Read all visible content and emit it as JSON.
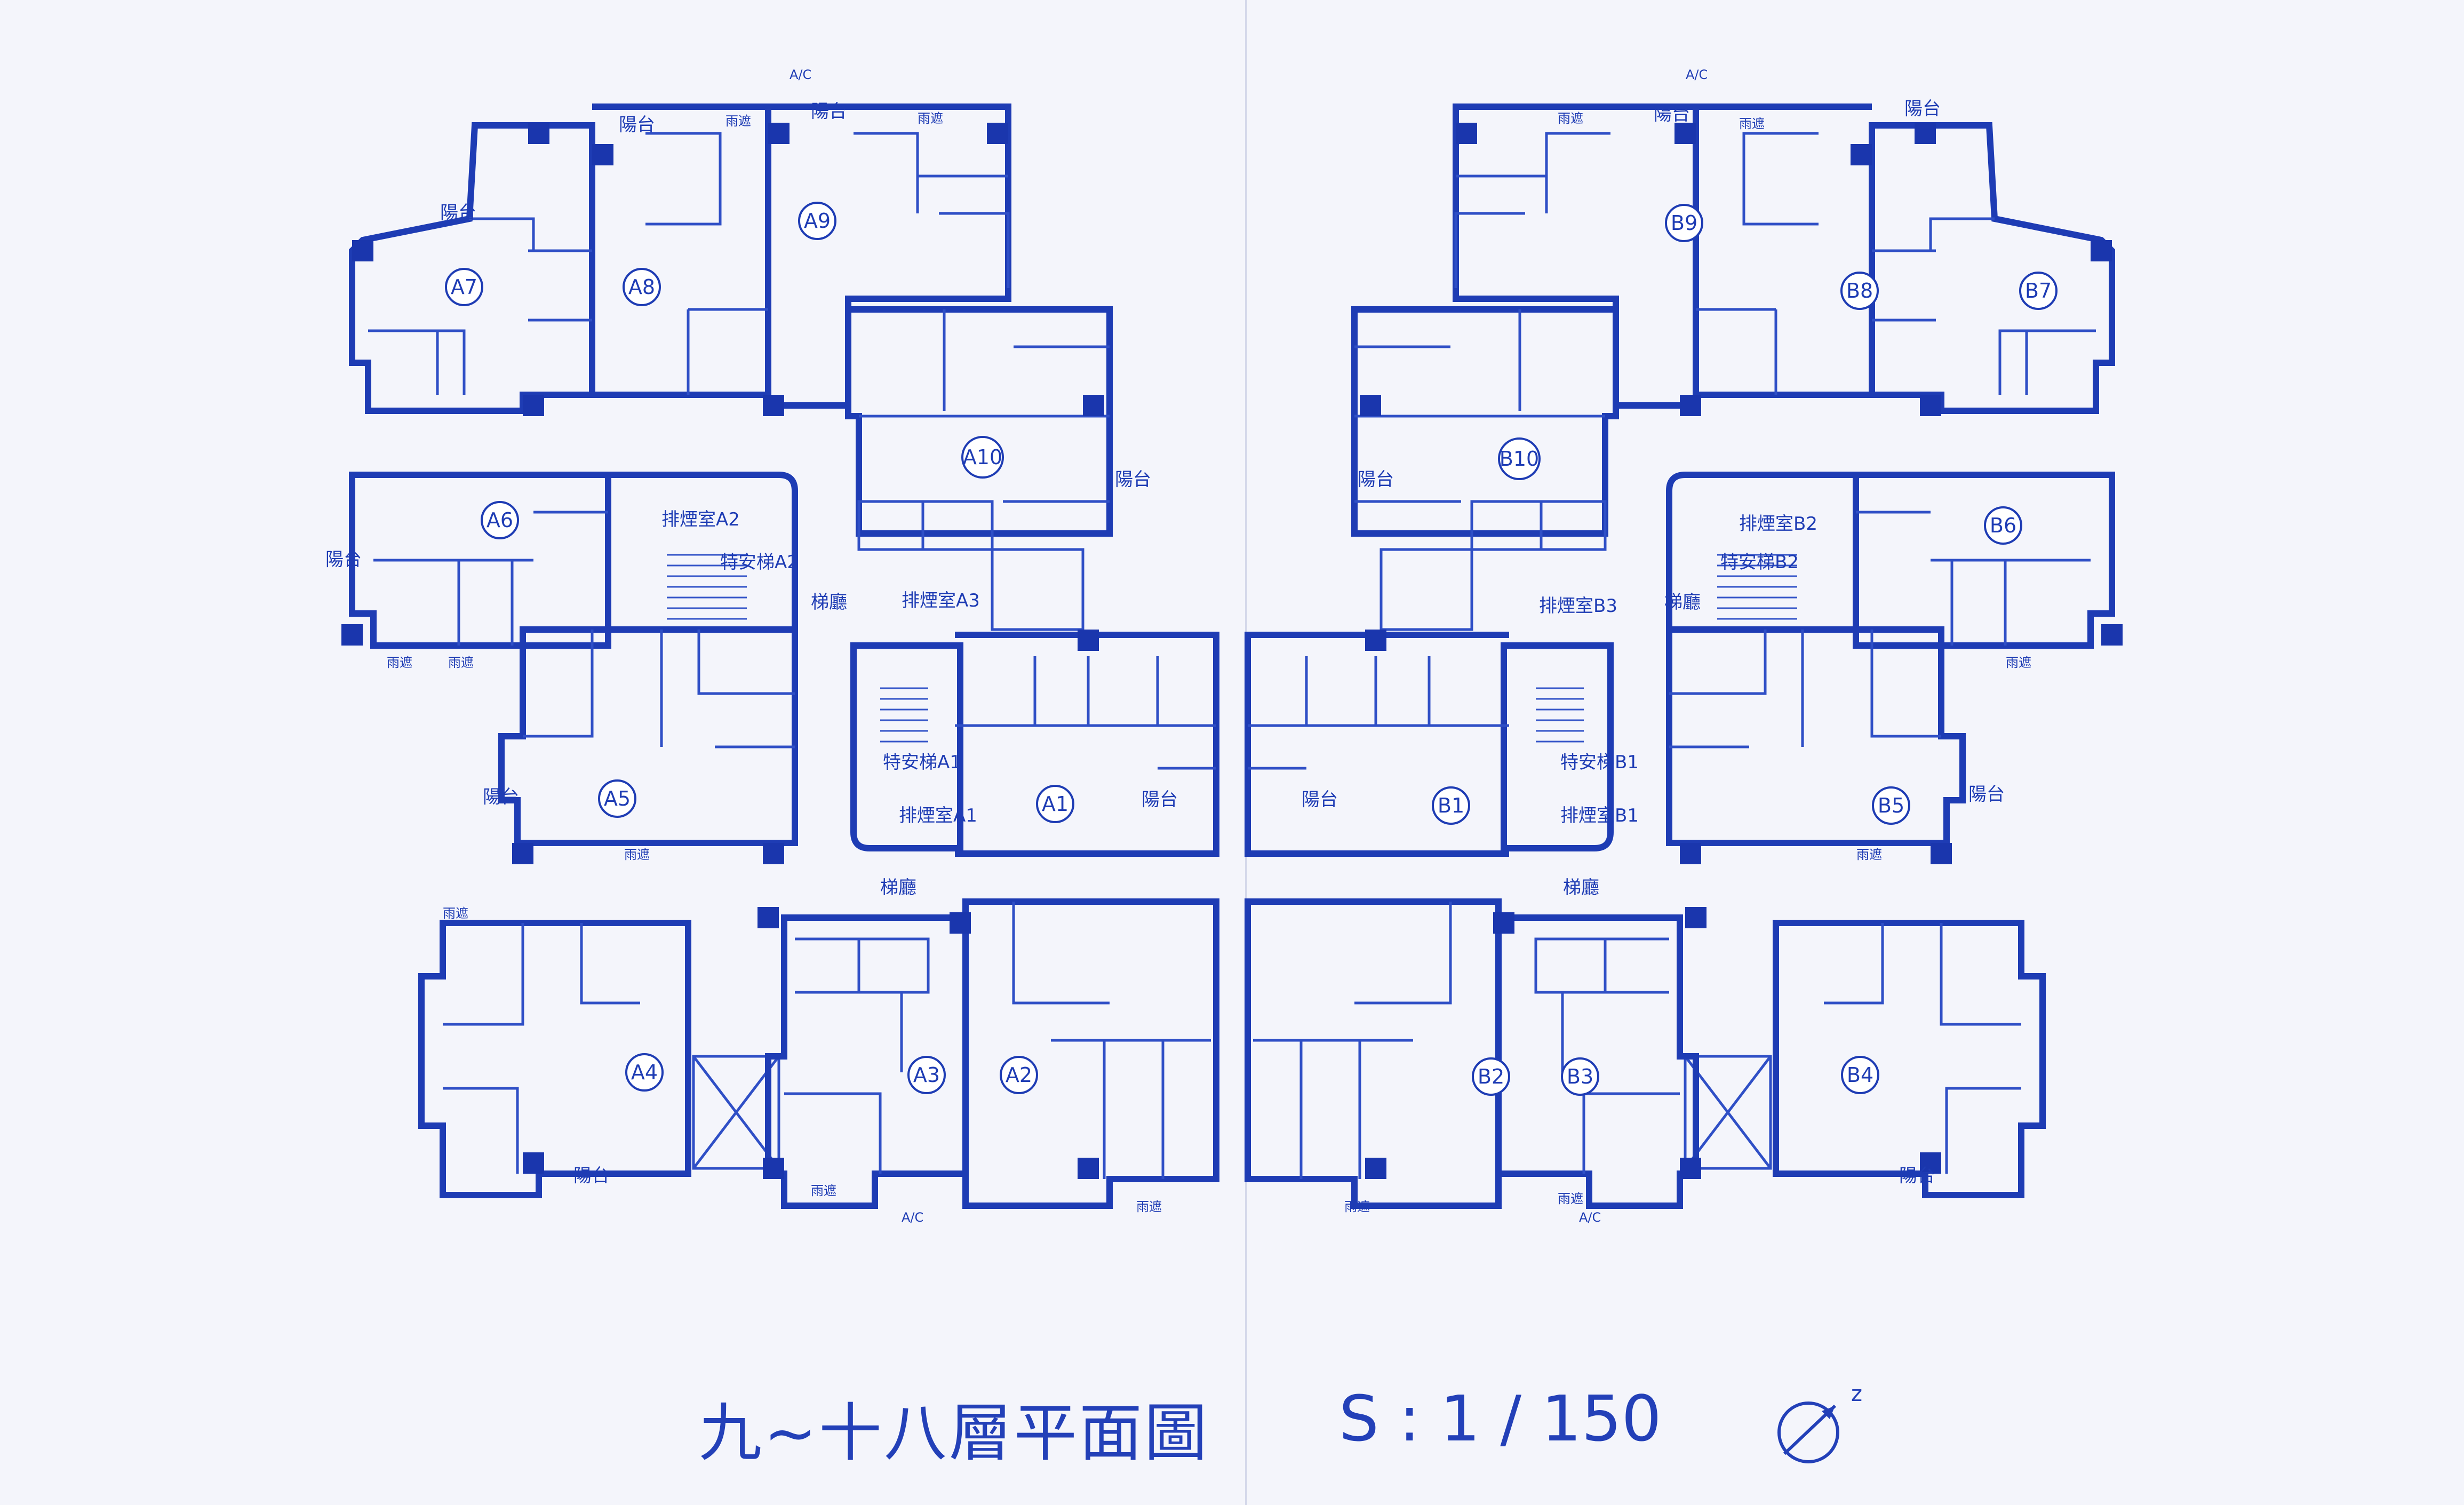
{
  "title": {
    "text": "九~十八層平面圖",
    "scale": "S : 1 / 150",
    "north_label": "z"
  },
  "colors": {
    "ink": "#1e3cb4",
    "paper": "#f4f5fb"
  },
  "units": {
    "A1": "A1",
    "A2": "A2",
    "A3": "A3",
    "A4": "A4",
    "A5": "A5",
    "A6": "A6",
    "A7": "A7",
    "A8": "A8",
    "A9": "A9",
    "A10": "A10",
    "B1": "B1",
    "B2": "B2",
    "B3": "B3",
    "B4": "B4",
    "B5": "B5",
    "B6": "B6",
    "B7": "B7",
    "B8": "B8",
    "B9": "B9",
    "B10": "B10"
  },
  "labels": {
    "balcony": "陽台",
    "canopy": "雨遮",
    "lobby": "梯廳",
    "smoke_a3": "排煙室A3",
    "smoke_b3": "排煙室B3",
    "smoke_a2": "排煙室A2",
    "smoke_b2": "排煙室B2",
    "smoke_a1": "排煙室A1",
    "smoke_b1": "排煙室B1",
    "stair_a1": "特安梯A1",
    "stair_b1": "特安梯B1",
    "stair_a2": "特安梯A2",
    "stair_b2": "特安梯B2",
    "ac": "A/C"
  }
}
